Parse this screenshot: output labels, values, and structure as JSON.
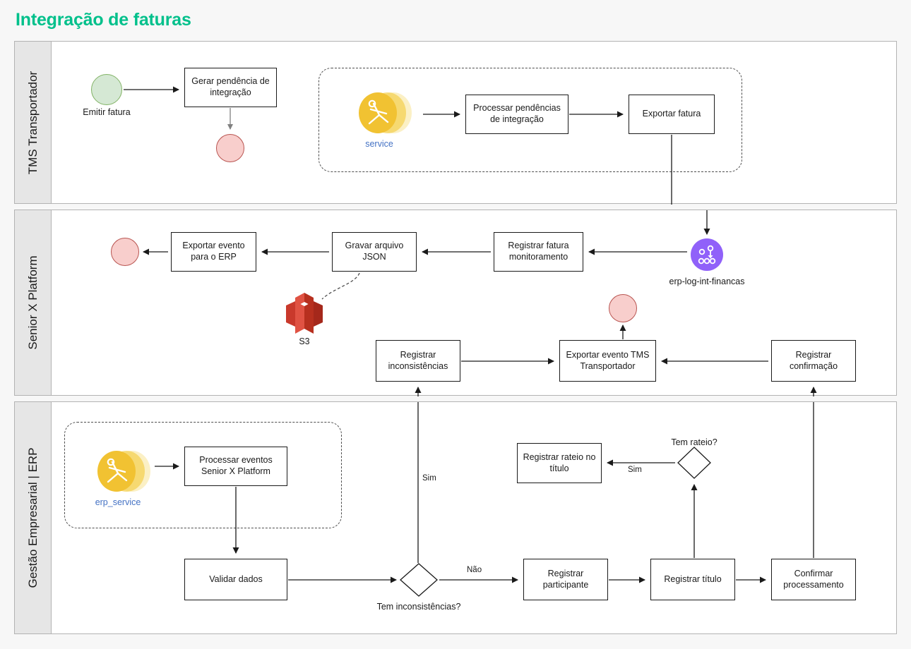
{
  "title": "Integração de faturas",
  "colors": {
    "title": "#00c08b",
    "start_event_fill": "#d5e8d4",
    "start_event_stroke": "#82b366",
    "end_event_fill": "#f8cecc",
    "end_event_stroke": "#b85450",
    "service_icon": "#f2c230",
    "topic_icon": "#9061f9",
    "s3_icon": "#c7382a",
    "service_label": "#4472c4",
    "lane_header_bg": "#e6e6e6",
    "page_bg": "#f7f7f7"
  },
  "lanes": [
    {
      "label": "TMS Transportador"
    },
    {
      "label": "Senior X Platform"
    },
    {
      "label": "Gestão Empresarial | ERP"
    }
  ],
  "lane1": {
    "start_event_label": "Emitir fatura",
    "task_gerar_pendencia": "Gerar pendência de integração",
    "service_label": "service",
    "service_icon": "service-disk-icon",
    "task_processar_pendencias": "Processar pendências de integração",
    "task_exportar_fatura": "Exportar fatura",
    "end_event": "end-event"
  },
  "lane2": {
    "end_event_left": "end-event",
    "task_exportar_evento_erp": "Exportar evento para o ERP",
    "task_gravar_arquivo_json": "Gravar arquivo JSON",
    "s3_label": "S3",
    "s3_icon": "aws-s3-bucket-icon",
    "task_registrar_fatura_monitoramento": "Registrar fatura monitoramento",
    "topic_label": "erp-log-int-financas",
    "topic_icon": "pubsub-topic-icon",
    "task_registrar_inconsistencias": "Registrar inconsistências",
    "task_exportar_evento_tms": "Exportar evento TMS Transportador",
    "task_registrar_confirmacao": "Registrar confirmação",
    "end_event_mid": "end-event"
  },
  "lane3": {
    "service_label": "erp_service",
    "service_icon": "service-disk-icon",
    "task_processar_eventos": "Processar eventos Senior X Platform",
    "task_validar_dados": "Validar dados",
    "gateway_inconsistencias_label": "Tem inconsistências?",
    "flow_sim_inconsistencias": "Sim",
    "flow_nao_inconsistencias": "Não",
    "task_registrar_participante": "Registrar participante",
    "task_registrar_titulo": "Registrar título",
    "gateway_rateio_label": "Tem rateio?",
    "flow_sim_rateio": "Sim",
    "task_registrar_rateio": "Registrar rateio no título",
    "task_confirmar_processamento": "Confirmar processamento"
  }
}
